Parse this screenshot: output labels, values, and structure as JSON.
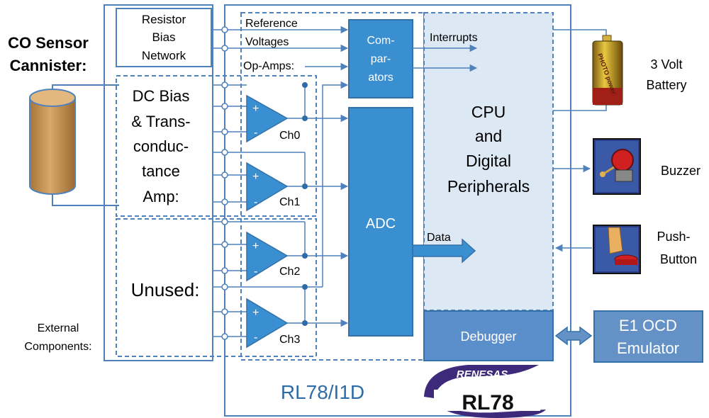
{
  "sensor": {
    "title_line1": "CO Sensor",
    "title_line2": "Cannister:"
  },
  "external": {
    "label_line1": "External",
    "label_line2": "Components:",
    "resistor_line1": "Resistor",
    "resistor_line2": "Bias",
    "resistor_line3": "Network",
    "dcbias_line1": "DC Bias",
    "dcbias_line2": "& Trans-",
    "dcbias_line3": "conduc-",
    "dcbias_line4": "tance",
    "dcbias_line5": "Amp:",
    "unused": "Unused:"
  },
  "chip": {
    "name": "RL78/I1D",
    "reference_line1": "Reference",
    "reference_line2": "Voltages",
    "opamps_label": "Op-Amps:",
    "comparators_line1": "Com-",
    "comparators_line2": "par-",
    "comparators_line3": "ators",
    "interrupts": "Interrupts",
    "adc": "ADC",
    "data": "Data",
    "cpu_line1": "CPU",
    "cpu_line2": "and",
    "cpu_line3": "Digital",
    "cpu_line4": "Peripherals",
    "debugger": "Debugger",
    "channels": [
      "Ch0",
      "Ch1",
      "Ch2",
      "Ch3"
    ],
    "plus": "+",
    "minus": "-"
  },
  "peripherals": {
    "battery_line1": "3 Volt",
    "battery_line2": "Battery",
    "battery_brand": "PHOTO power",
    "buzzer": "Buzzer",
    "pushbutton_line1": "Push-",
    "pushbutton_line2": "Button",
    "emulator_line1": "E1 OCD",
    "emulator_line2": "Emulator"
  },
  "logo": {
    "brand": "RENESAS",
    "product": "RL78"
  },
  "colors": {
    "blue_fill": "#3a8fd1",
    "blue_stroke": "#3571a9",
    "light_fill": "#dce8f4",
    "line": "#4f81bd",
    "dark_text": "#000000",
    "chip_text": "#2e6ca8",
    "emulator_fill": "#6492c6",
    "debugger_fill": "#5b8fcc",
    "sensor_fill": "#c8965a",
    "logo_purple": "#3d2a7a"
  },
  "icons": {
    "battery": "battery-icon",
    "buzzer": "bell-icon",
    "pushbutton": "finger-press-icon",
    "sensor": "cylinder-icon"
  }
}
